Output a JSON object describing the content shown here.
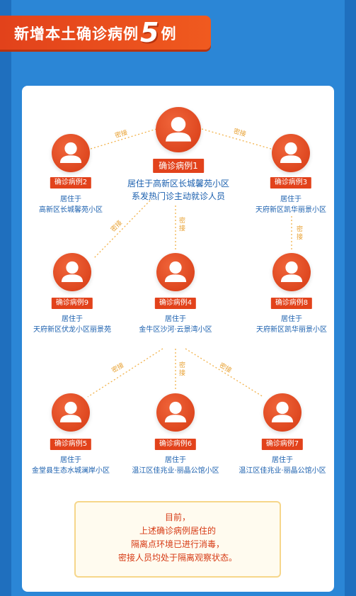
{
  "header": {
    "prefix": "新增本土确诊病例",
    "number": "5",
    "suffix": "例"
  },
  "link_label": "密接",
  "cases": [
    {
      "id": "case1",
      "badge": "确诊病例1",
      "lines": [
        "居住于高新区长城馨苑小区",
        "系发热门诊主动就诊人员"
      ]
    },
    {
      "id": "case2",
      "badge": "确诊病例2",
      "lines": [
        "居住于",
        "高新区长城馨苑小区"
      ]
    },
    {
      "id": "case3",
      "badge": "确诊病例3",
      "lines": [
        "居住于",
        "天府新区凯华丽景小区"
      ]
    },
    {
      "id": "case9",
      "badge": "确诊病例9",
      "lines": [
        "居住于",
        "天府新区伏龙小区丽景苑"
      ]
    },
    {
      "id": "case4",
      "badge": "确诊病例4",
      "lines": [
        "居住于",
        "金牛区沙河·云景湾小区"
      ]
    },
    {
      "id": "case8",
      "badge": "确诊病例8",
      "lines": [
        "居住于",
        "天府新区凯华丽景小区"
      ]
    },
    {
      "id": "case5",
      "badge": "确诊病例5",
      "lines": [
        "居住于",
        "金堂县生态水城澜岸小区"
      ]
    },
    {
      "id": "case6",
      "badge": "确诊病例6",
      "lines": [
        "居住于",
        "温江区佳兆业·丽晶公馆小区"
      ]
    },
    {
      "id": "case7",
      "badge": "确诊病例7",
      "lines": [
        "居住于",
        "温江区佳兆业·丽晶公馆小区"
      ]
    }
  ],
  "notice": [
    "目前，",
    "上述确诊病例居住的",
    "隔离点环境已进行消毒，",
    "密接人员均处于隔离观察状态。"
  ],
  "colors": {
    "accent": "#e2421b",
    "text_blue": "#1a5fae",
    "link": "#e8a030",
    "background": "#2b86d6"
  }
}
